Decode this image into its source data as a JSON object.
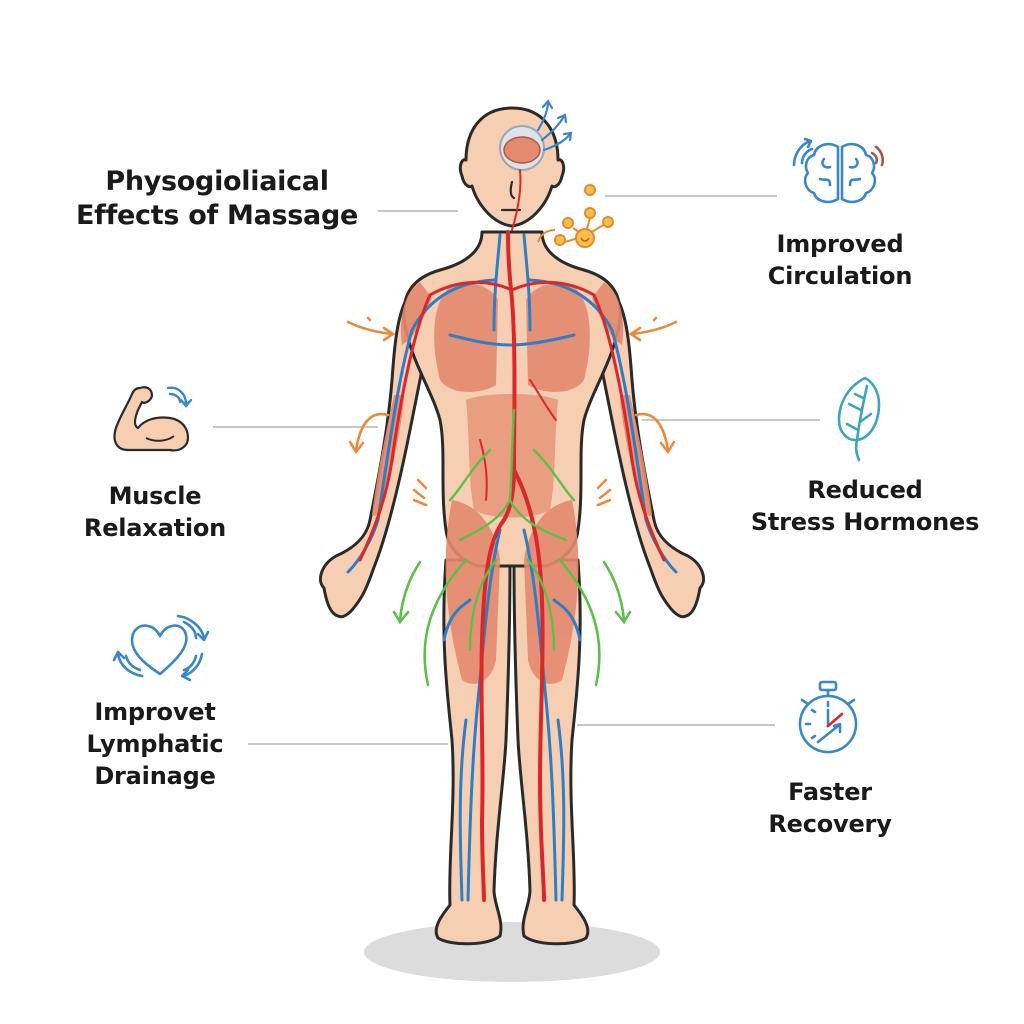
{
  "title": {
    "line1": "Physogioliaical",
    "line2": "Effects of Massage"
  },
  "effects": [
    {
      "id": "improved-circulation",
      "line1": "Improved",
      "line2": "Circulation",
      "icon": "brain-icon",
      "side": "right"
    },
    {
      "id": "muscle-relaxation",
      "line1": "Muscle",
      "line2": "Relaxation",
      "icon": "flexed-arm-icon",
      "side": "left"
    },
    {
      "id": "reduced-stress-hormones",
      "line1": "Reduced",
      "line2": "Stress Hormones",
      "icon": "leaf-icon",
      "side": "right"
    },
    {
      "id": "improve-lymphatic-drainage",
      "line1": "Improvet",
      "line2": "Lymphatic",
      "line3": "Drainage",
      "icon": "heart-cycle-icon",
      "side": "left"
    },
    {
      "id": "faster-recovery",
      "line1": "Faster",
      "line2": "Recovery",
      "icon": "stopwatch-icon",
      "side": "right"
    }
  ],
  "colors": {
    "artery": "#d9282a",
    "vein": "#2f7ec4",
    "lymph": "#5cbf4a",
    "skin": "#f6cfb3",
    "muscle": "#e48a6e",
    "outline": "#2a2a2a",
    "icon_blue": "#3a86c8",
    "icon_teal": "#3aa6bd",
    "pressure_arrow": "#ec8a3c",
    "leader_line": "#c8c8c8",
    "shadow": "#dcdcdc"
  }
}
